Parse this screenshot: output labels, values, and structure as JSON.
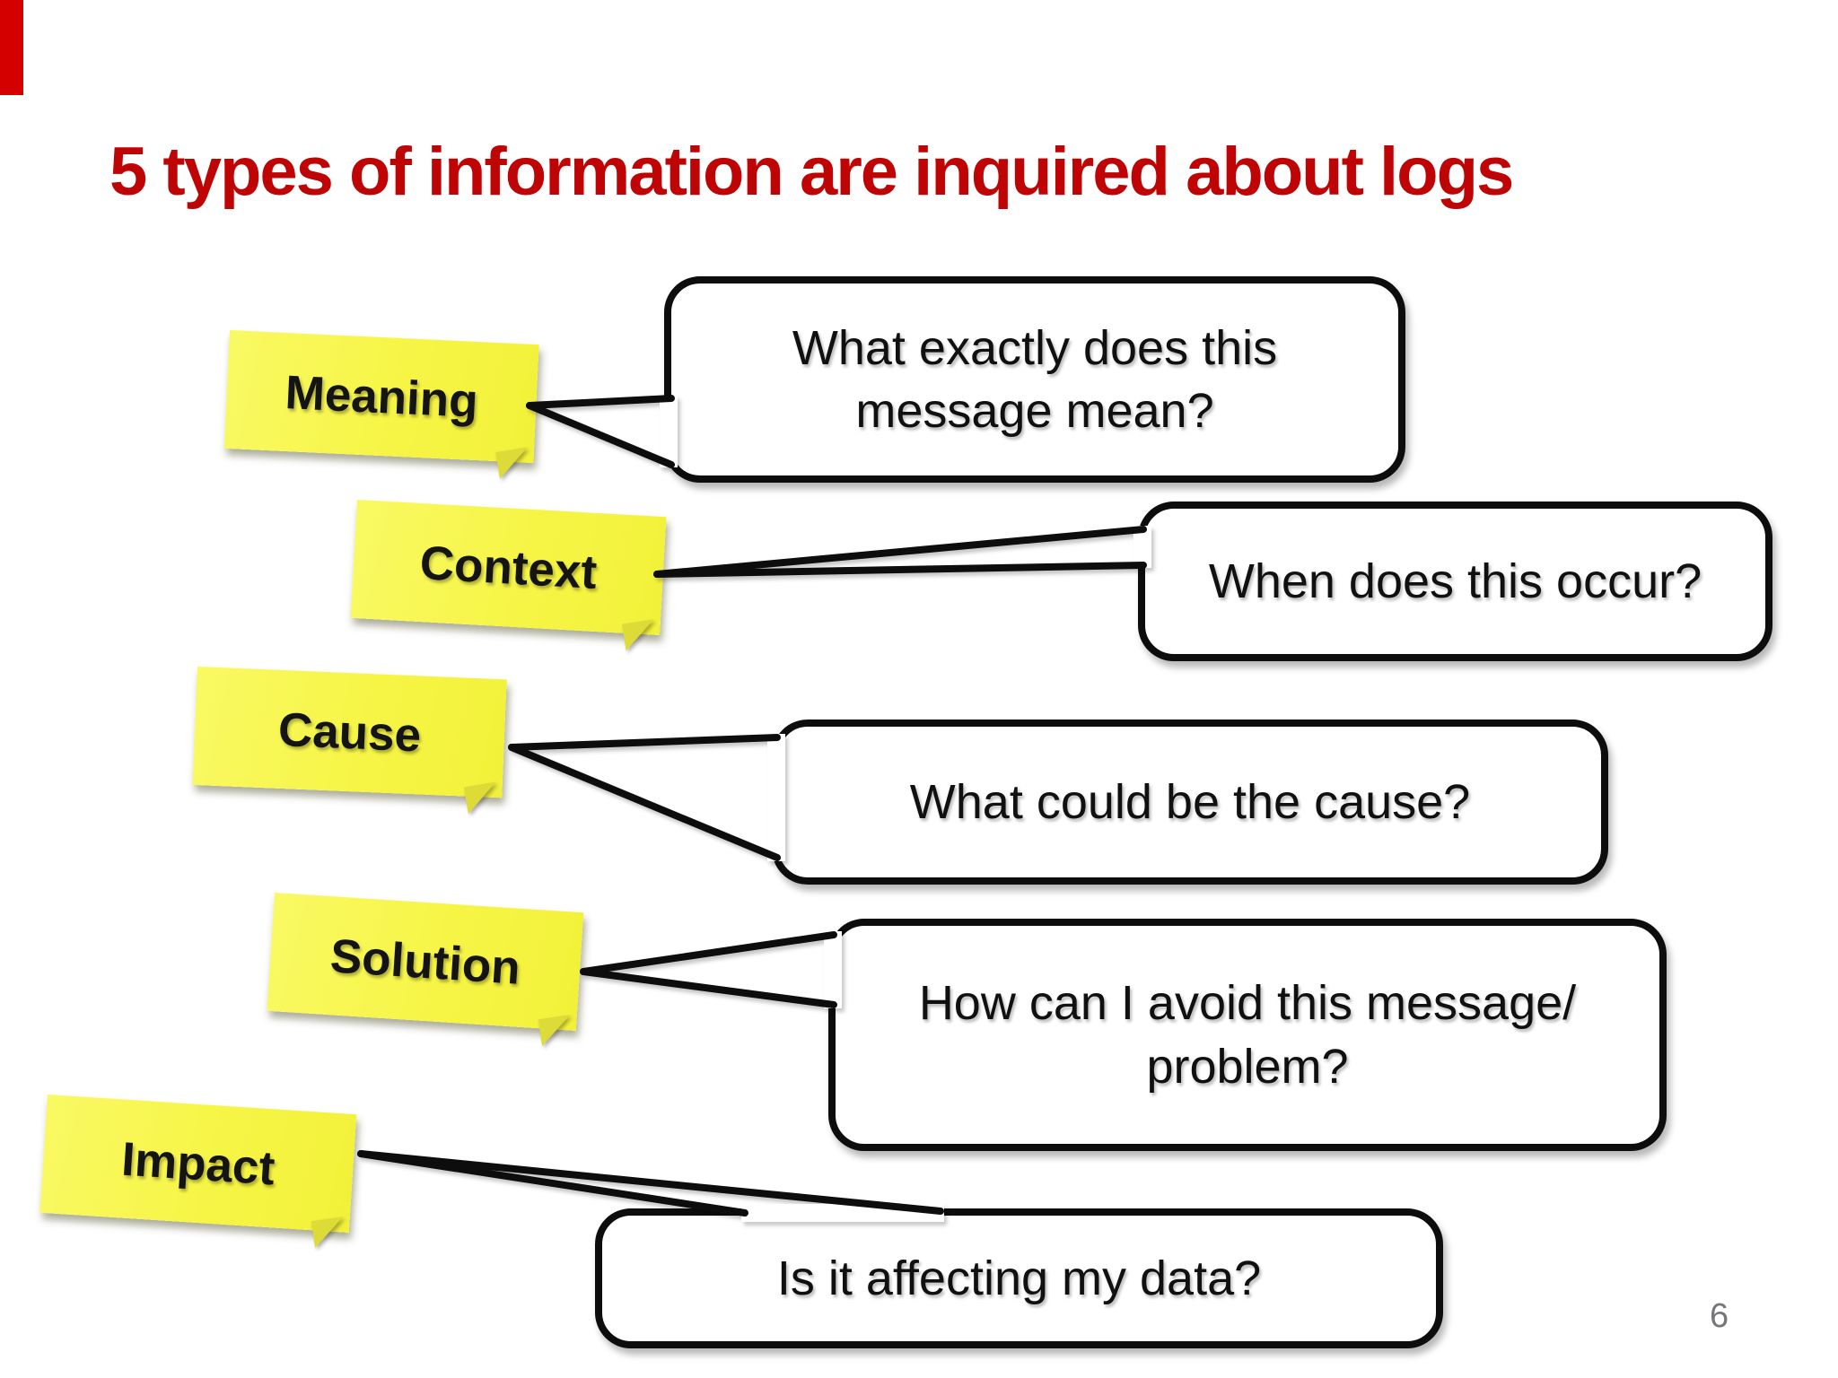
{
  "slide": {
    "title": "5 types of information are inquired about logs",
    "page_number": "6",
    "colors": {
      "title": "#BE0404",
      "accent_bar": "#D40000",
      "sticky": "#F7F64C",
      "sticky_fold": "#DCDB37",
      "bubble_fill": "#FFFFFF",
      "bubble_border": "#0D0D0D",
      "connector_line": "#0D0D0D",
      "page_number": "#76767A"
    },
    "items": [
      {
        "label": "Meaning",
        "question": "What exactly does this message mean?"
      },
      {
        "label": "Context",
        "question": "When does this occur?"
      },
      {
        "label": "Cause",
        "question": "What could be the cause?"
      },
      {
        "label": "Solution",
        "question": "How can I avoid this message/​problem?"
      },
      {
        "label": "Impact",
        "question": "Is it affecting my data?"
      }
    ]
  }
}
